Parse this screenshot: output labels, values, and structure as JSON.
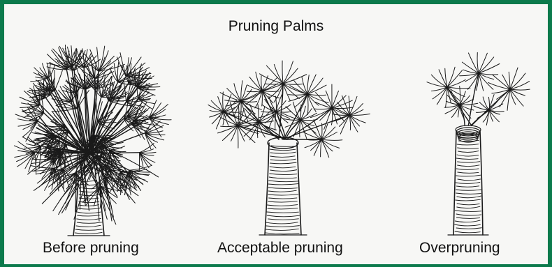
{
  "figure": {
    "title": "Pruning Palms",
    "panels": [
      {
        "caption": "Before pruning"
      },
      {
        "caption": "Acceptable pruning"
      },
      {
        "caption": "Overpruning"
      }
    ]
  },
  "colors": {
    "frame_border": "#0c7a4c",
    "background": "#f7f7f5",
    "ink": "#1a1a1a"
  }
}
